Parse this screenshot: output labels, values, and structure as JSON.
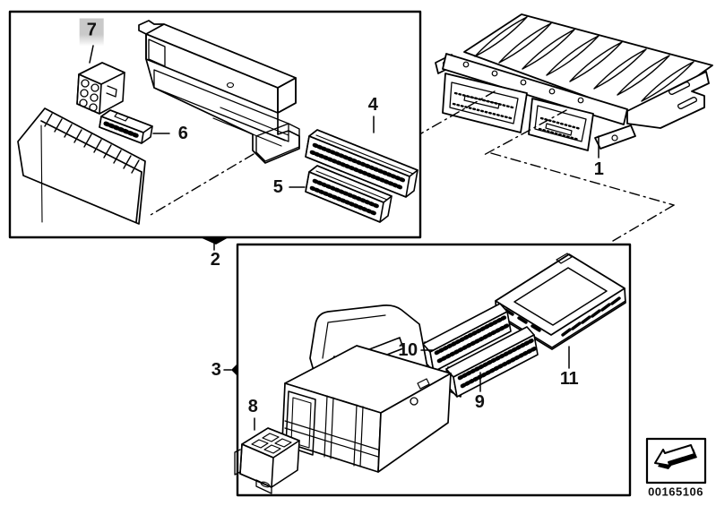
{
  "diagram": {
    "image_number": "00165106",
    "colors": {
      "background": "#ffffff",
      "line": "#000000",
      "label_text": "#111111",
      "highlight": "#c9c9c9"
    },
    "callouts": [
      {
        "ref": "1",
        "highlighted": false
      },
      {
        "ref": "2",
        "highlighted": false
      },
      {
        "ref": "3",
        "highlighted": false
      },
      {
        "ref": "4",
        "highlighted": false
      },
      {
        "ref": "5",
        "highlighted": false
      },
      {
        "ref": "6",
        "highlighted": false
      },
      {
        "ref": "7",
        "highlighted": true
      },
      {
        "ref": "8",
        "highlighted": false
      },
      {
        "ref": "9",
        "highlighted": false
      },
      {
        "ref": "10",
        "highlighted": false
      },
      {
        "ref": "11",
        "highlighted": false
      }
    ]
  }
}
